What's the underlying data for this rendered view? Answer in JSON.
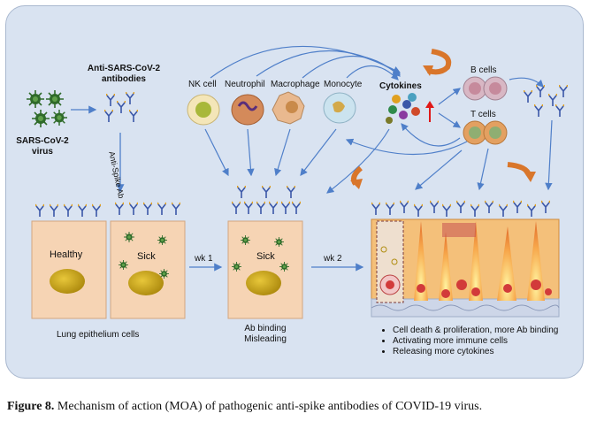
{
  "labels": {
    "virus": "SARS-CoV-2\nvirus",
    "antibodies": "Anti-SARS-CoV-2\nantibodies",
    "anti_spike": "Anti-Spike Ab",
    "nk": "NK cell",
    "neutrophil": "Neutrophil",
    "macrophage": "Macrophage",
    "monocyte": "Monocyte",
    "cytokines": "Cytokines",
    "b_cells": "B cells",
    "t_cells": "T cells",
    "healthy": "Healthy",
    "sick1": "Sick",
    "sick2": "Sick",
    "wk1": "wk 1",
    "wk2": "wk 2",
    "lung": "Lung epithelium cells",
    "ab_binding": "Ab binding\nMisleading"
  },
  "notes": [
    "Cell death & proliferation, more Ab binding",
    "Activating more immune cells",
    "Releasing more cytokines"
  ],
  "caption": {
    "label": "Figure 8.",
    "text": " Mechanism of action (MOA) of pathogenic anti-spike antibodies of COVID-19 virus."
  },
  "colors": {
    "panel": "#d9e3f1",
    "arrow": "#4f7fc9",
    "orange_arrow": "#d9762b",
    "cell": "#f6d4b4",
    "nucleus": "#c9a416",
    "virus": "#2f6b2a"
  }
}
